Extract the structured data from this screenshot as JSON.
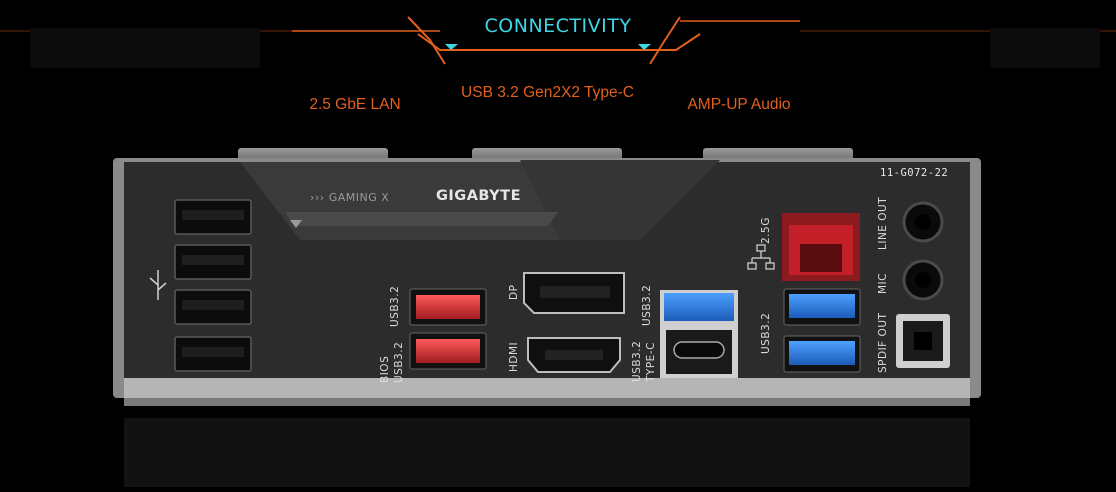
{
  "banner": {
    "title": "CONNECTIVITY"
  },
  "features": [
    {
      "label": "2.5 GbE LAN"
    },
    {
      "label": "USB 3.2 Gen2X2 Type-C"
    },
    {
      "label": "AMP-UP Audio"
    }
  ],
  "io_panel": {
    "brand": "GIGABYTE",
    "series": "››› GAMING X",
    "model_code": "11-G072-22",
    "port_labels": {
      "usb32_a": "USB3.2",
      "bios_usb": "BIOS",
      "bios_usb32": "USB3.2",
      "dp": "DP",
      "hdmi": "HDMI",
      "usb32_top": "USB3.2",
      "usb32_typec": "TYPE-C",
      "usb32_typec_line1": "USB3.2",
      "lan_speed": "2.5G",
      "usb32_right": "USB3.2",
      "line_out": "LINE OUT",
      "mic": "MIC",
      "spdif_out": "SPDIF OUT"
    }
  },
  "colors": {
    "accent_orange": "#e2601c",
    "accent_cyan": "#3fd6e6",
    "usb_red": "#c8262c",
    "usb_blue": "#2f7fe0",
    "lan_red": "#c4202a"
  }
}
